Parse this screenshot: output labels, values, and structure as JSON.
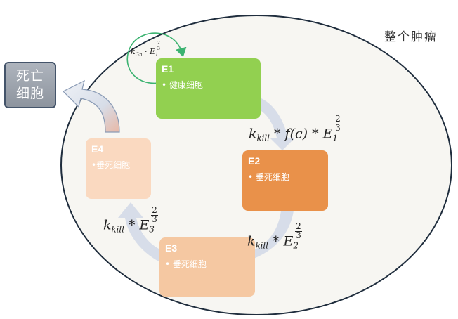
{
  "diagram": {
    "tumor_label": "整个肿瘤",
    "dead_cells_label_line1": "死亡",
    "dead_cells_label_line2": "细胞",
    "nodes": [
      {
        "id": "E1",
        "title": "E1",
        "item": "健康细胞"
      },
      {
        "id": "E2",
        "title": "E2",
        "item": "垂死细胞"
      },
      {
        "id": "E3",
        "title": "E3",
        "item": "垂死细胞"
      },
      {
        "id": "E4",
        "title": "E4",
        "item": "垂死细胞"
      }
    ],
    "formulas": {
      "growth": {
        "k": "k",
        "k_sub": "Gn",
        "op": " · ",
        "E": "E",
        "E_sub": "1",
        "exp_num": "2",
        "exp_den": "3"
      },
      "kill_e1": {
        "k": "k",
        "k_sub": "kill",
        "op": " * ",
        "f": "f(c)",
        "E": "E",
        "E_sub": "1",
        "exp_num": "2",
        "exp_den": "3"
      },
      "kill_e2": {
        "k": "k",
        "k_sub": "kill",
        "op": " * ",
        "E": "E",
        "E_sub": "2",
        "exp_num": "2",
        "exp_den": "3"
      },
      "kill_e3": {
        "k": "k",
        "k_sub": "kill",
        "op": " * ",
        "E": "E",
        "E_sub": "3",
        "exp_num": "2",
        "exp_den": "3"
      }
    },
    "colors": {
      "e1": "#92d050",
      "e2": "#e9914a",
      "e3": "#f5c8a2",
      "e4": "#fad9c0",
      "growth_loop": "#3cb371",
      "cycle_arrow": "#d5dbe8",
      "dead_box": "#9aa1ab",
      "tumor_border": "#1f2d3d",
      "tumor_fill": "#f7f6f2"
    }
  }
}
